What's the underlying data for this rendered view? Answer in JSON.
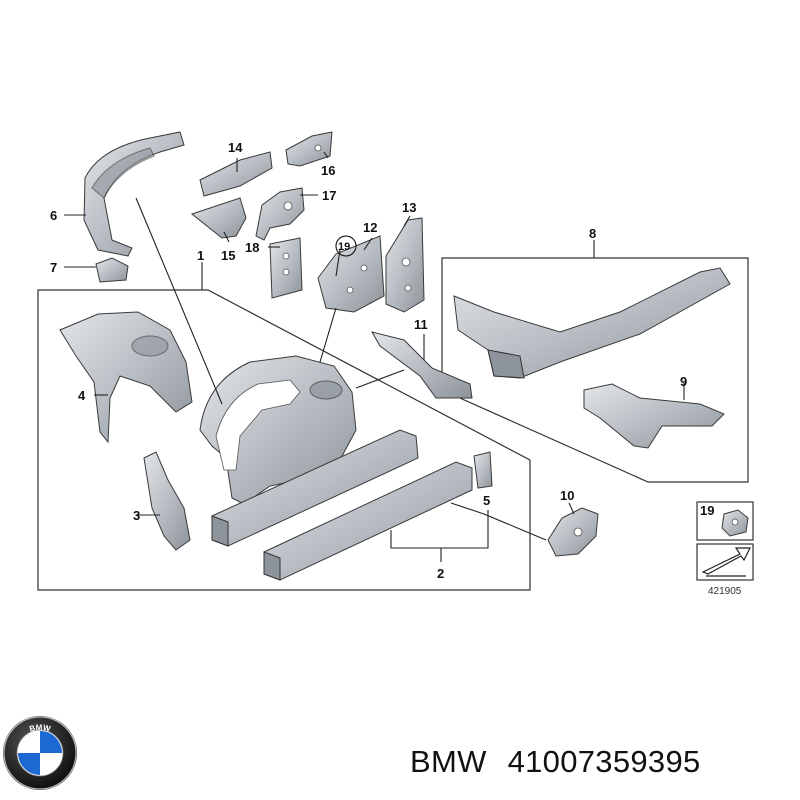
{
  "callouts": {
    "n1": "1",
    "n2": "2",
    "n3": "3",
    "n4": "4",
    "n5": "5",
    "n6": "6",
    "n7": "7",
    "n8": "8",
    "n9": "9",
    "n10": "10",
    "n11": "11",
    "n12": "12",
    "n13": "13",
    "n14": "14",
    "n15": "15",
    "n16": "16",
    "n17": "17",
    "n18": "18",
    "n19_circled": "19",
    "n19_legend": "19"
  },
  "diagram_code": "421905",
  "caption": {
    "brand": "BMW",
    "part_number": "41007359395"
  },
  "logo": {
    "lettering": "BMW",
    "colors": {
      "blue": "#1c69d4",
      "ring": "#111111",
      "white": "#ffffff"
    }
  }
}
